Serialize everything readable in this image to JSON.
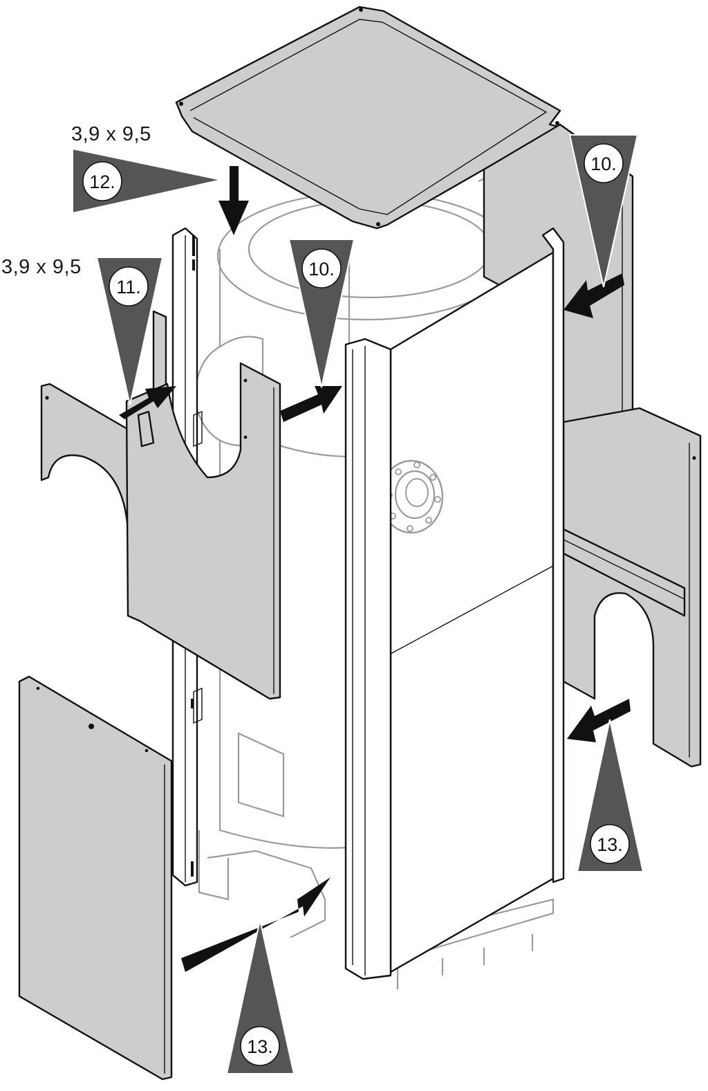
{
  "dimensions": {
    "screw_a": "3,9 x 9,5",
    "screw_b": "3,9 x 9,5"
  },
  "callouts": {
    "step_10_center": "10.",
    "step_10_right": "10.",
    "step_11": "11.",
    "step_12": "12.",
    "step_13_right": "13.",
    "step_13_bottom": "13."
  },
  "colors": {
    "panel_fill": "#cdcdcd",
    "callout_fill": "#555555",
    "outline": "#111111",
    "ghost_outline": "#9a9a9a"
  }
}
